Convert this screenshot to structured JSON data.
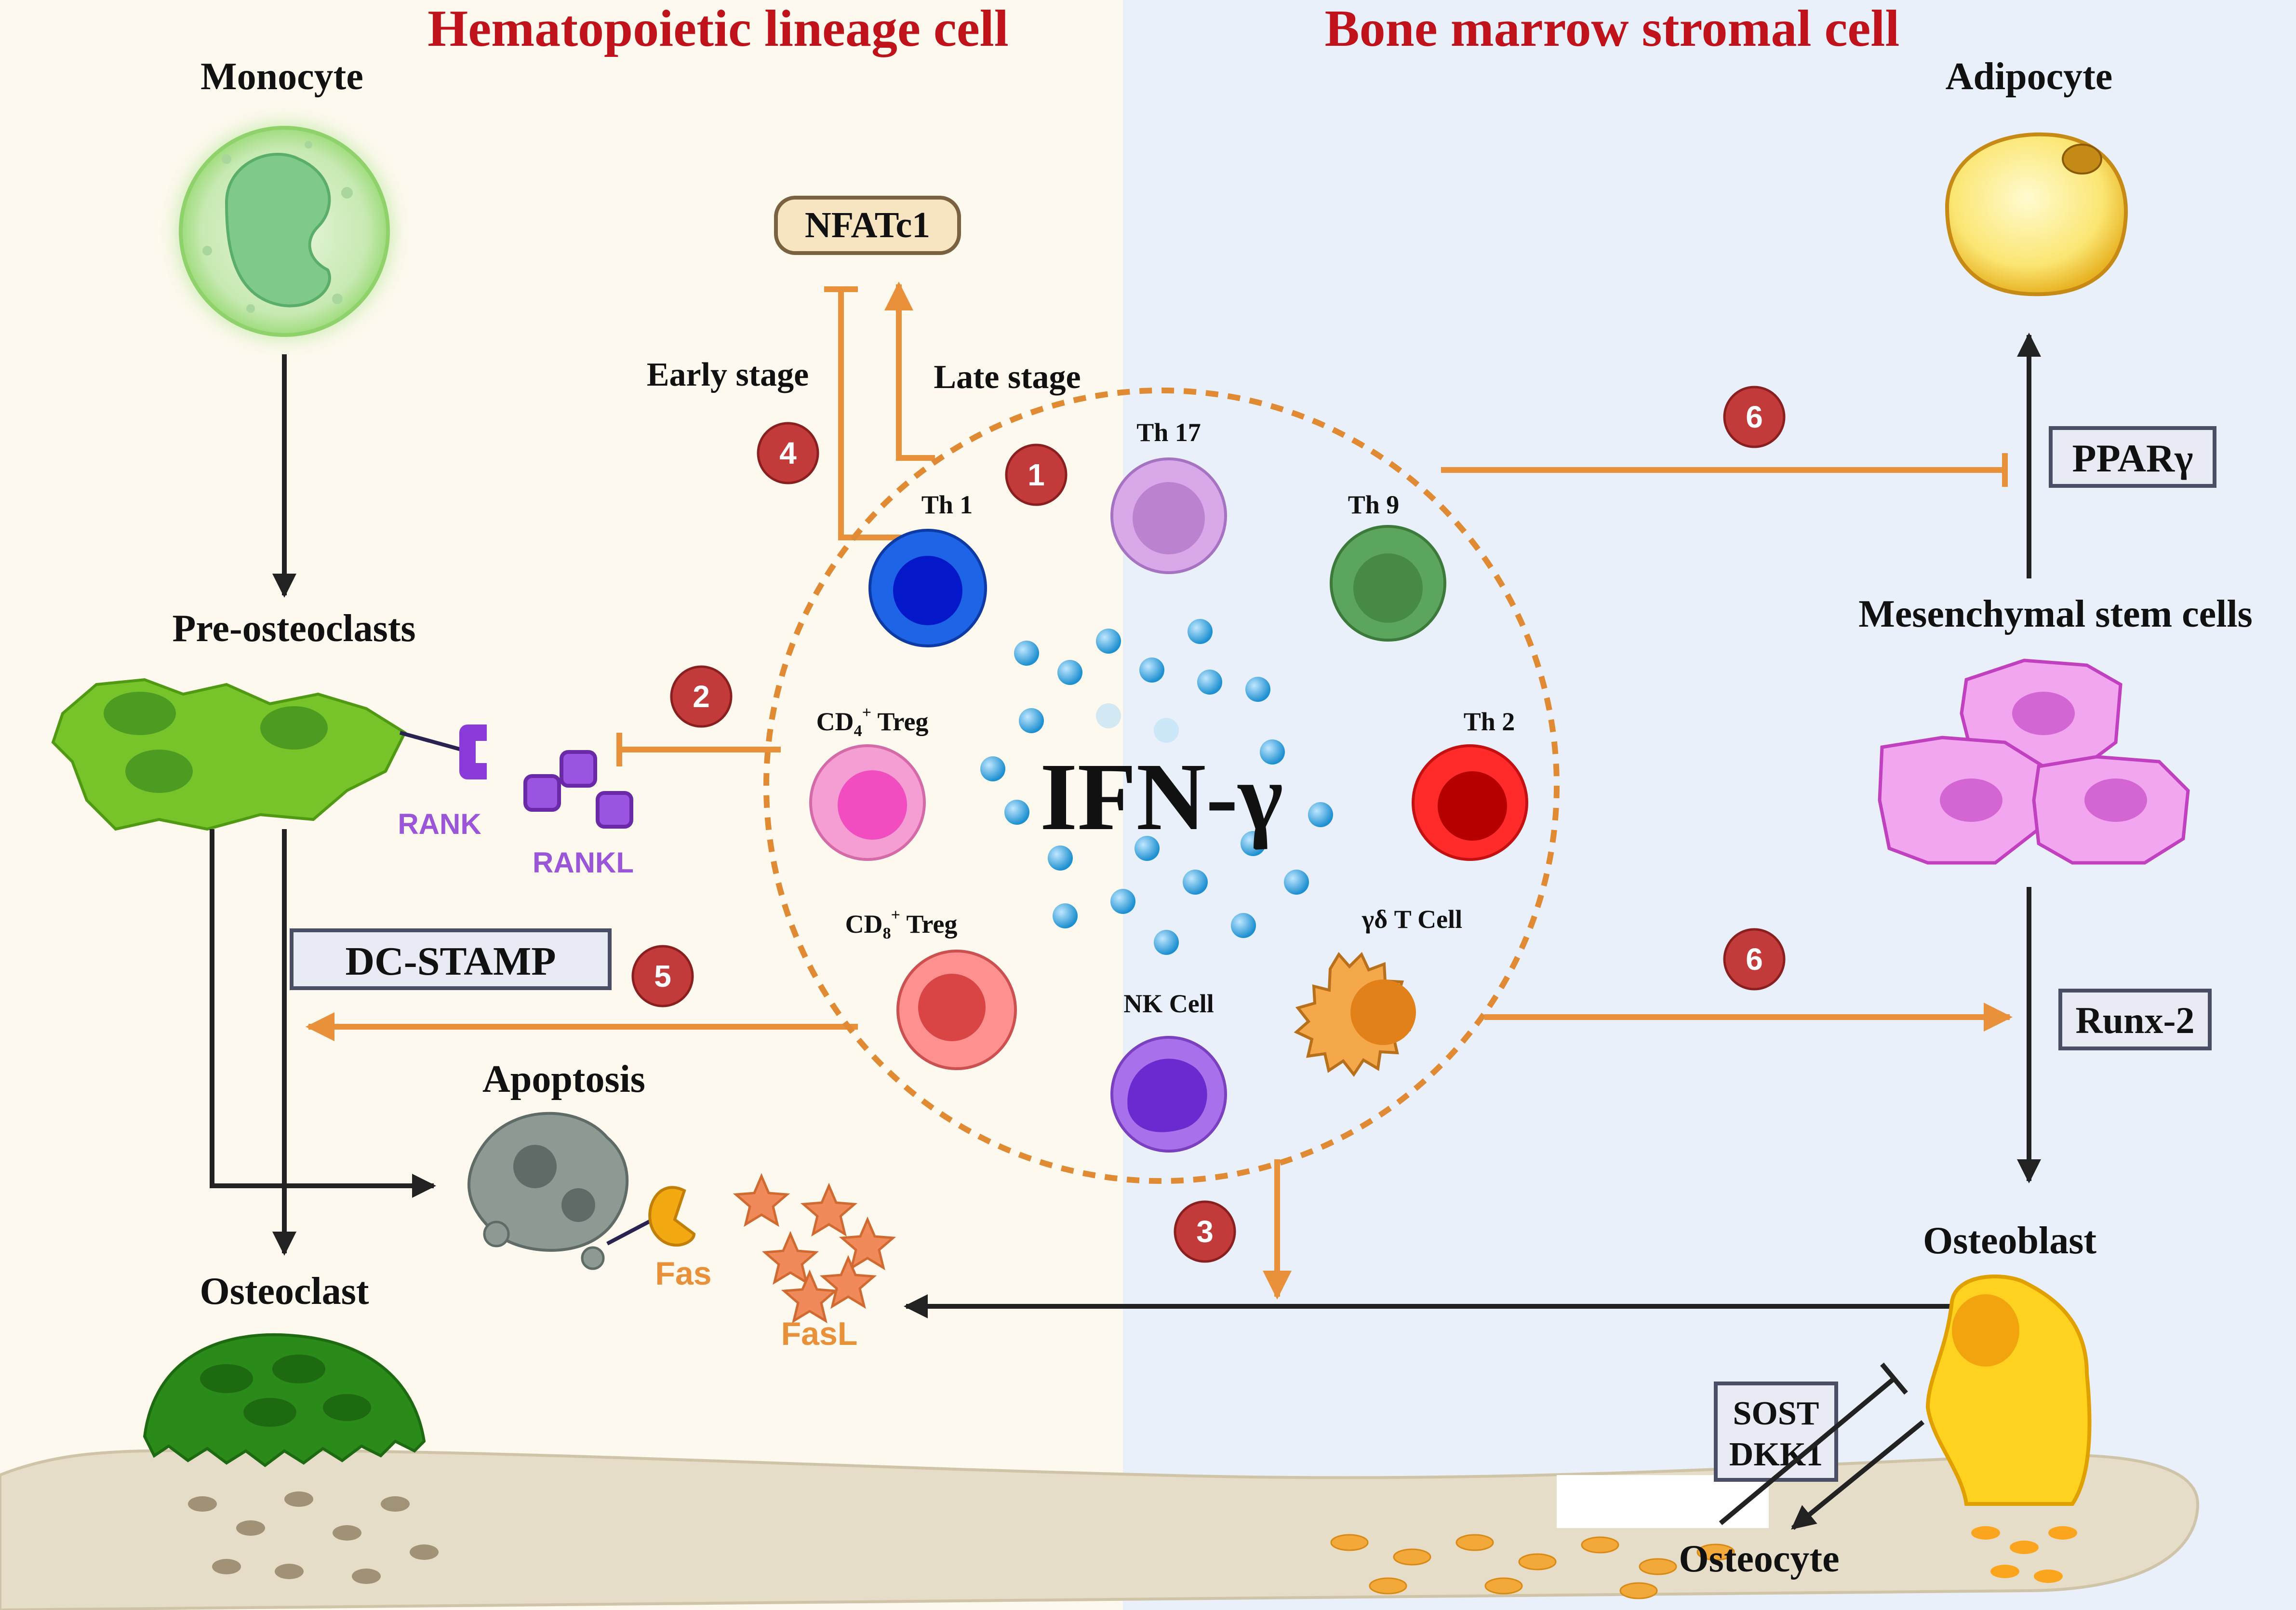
{
  "headers": {
    "left": "Hematopoietic lineage cell",
    "right": "Bone marrow stromal cell"
  },
  "labels": {
    "monocyte": "Monocyte",
    "pre_osteoclasts": "Pre-osteoclasts",
    "osteoclast": "Osteoclast",
    "rank": "RANK",
    "rankl": "RANKL",
    "dc_stamp": "DC-STAMP",
    "apoptosis": "Apoptosis",
    "fas": "Fas",
    "fasl": "FasL",
    "nfatc1": "NFATc1",
    "early_stage": "Early stage",
    "late_stage": "Late stage",
    "ifn": "IFN-γ",
    "adipocyte": "Adipocyte",
    "ppar": "PPARγ",
    "msc": "Mesenchymal stem cells",
    "runx2": "Runx-2",
    "osteoblast": "Osteoblast",
    "sost": "SOST",
    "dkk1": "DKK1",
    "osteocyte": "Osteocyte"
  },
  "cells": {
    "th1": "Th 1",
    "th17": "Th 17",
    "th9": "Th 9",
    "th2": "Th 2",
    "cd4": "CD",
    "cd4_sub": "4",
    "cd4_sup": "+",
    "cd4_tail": " Treg",
    "cd8": "CD",
    "cd8_sub": "8",
    "cd8_sup": "+",
    "cd8_tail": " Treg",
    "nk": "NK Cell",
    "gd": "γδ T Cell"
  },
  "steps": [
    "1",
    "2",
    "3",
    "4",
    "5",
    "6",
    "6"
  ],
  "colors": {
    "left_bg": "#fdf9ee",
    "right_bg": "#e9f0fa",
    "header_red": "#c0121a",
    "arrow_orange": "#e8913a",
    "step_red": "#c23a3a",
    "box_grey": "#4a4f66"
  }
}
